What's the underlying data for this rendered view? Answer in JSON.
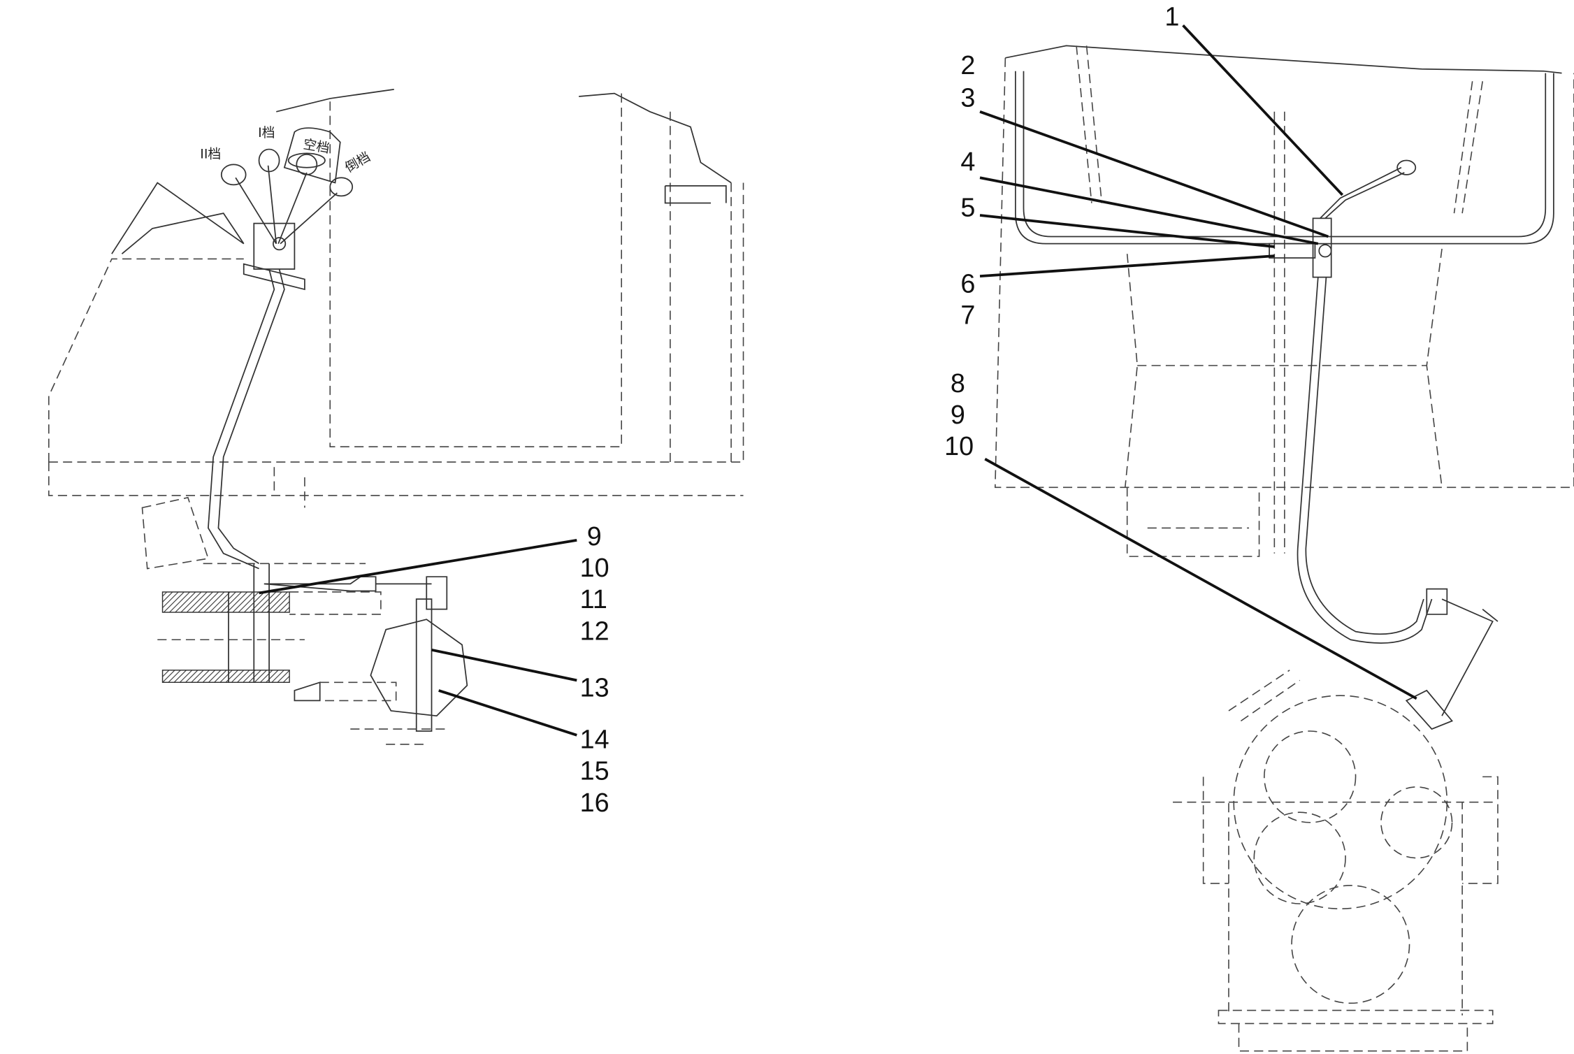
{
  "left_view": {
    "gear_labels": [
      "II档",
      "I档",
      "空档",
      "倒档"
    ],
    "callouts": [
      "9",
      "10",
      "11",
      "12",
      "13",
      "14",
      "15",
      "16"
    ]
  },
  "right_view": {
    "callouts": [
      "1",
      "2",
      "3",
      "4",
      "5",
      "6",
      "7",
      "8",
      "9",
      "10"
    ]
  }
}
